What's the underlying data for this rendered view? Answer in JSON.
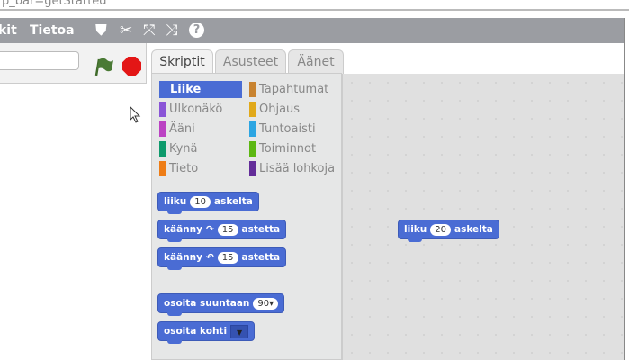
{
  "url": "p_bar=getStarted",
  "menu": {
    "items": [
      "kit",
      "Tietoa"
    ]
  },
  "toolbar": {
    "icons": [
      "stamp-icon",
      "scissors-icon",
      "grow-icon",
      "shrink-icon",
      "help-icon"
    ]
  },
  "tabs": [
    "Skriptit",
    "Asusteet",
    "Äänet"
  ],
  "categories": [
    {
      "label": "Liike",
      "color": "#4a6cd4"
    },
    {
      "label": "Tapahtumat",
      "color": "#c88330"
    },
    {
      "label": "Ulkonäkö",
      "color": "#8a55d7"
    },
    {
      "label": "Ohjaus",
      "color": "#e1a91a"
    },
    {
      "label": "Ääni",
      "color": "#bb42c3"
    },
    {
      "label": "Tuntoaisti",
      "color": "#2ca5e2"
    },
    {
      "label": "Kynä",
      "color": "#0e9a6c"
    },
    {
      "label": "Toiminnot",
      "color": "#5cb712"
    },
    {
      "label": "Tieto",
      "color": "#ee7d16"
    },
    {
      "label": "Lisää lohkoja",
      "color": "#632d99"
    }
  ],
  "blocks": {
    "move": {
      "a": "liiku",
      "v": "10",
      "b": "askelta"
    },
    "turn_right": {
      "a": "käänny",
      "v": "15",
      "b": "astetta"
    },
    "turn_left": {
      "a": "käänny",
      "v": "15",
      "b": "astetta"
    },
    "point_dir": {
      "a": "osoita suuntaan",
      "v": "90"
    },
    "point_towards": {
      "a": "osoita kohti"
    },
    "script_move": {
      "a": "liiku",
      "v": "20",
      "b": "askelta"
    }
  }
}
